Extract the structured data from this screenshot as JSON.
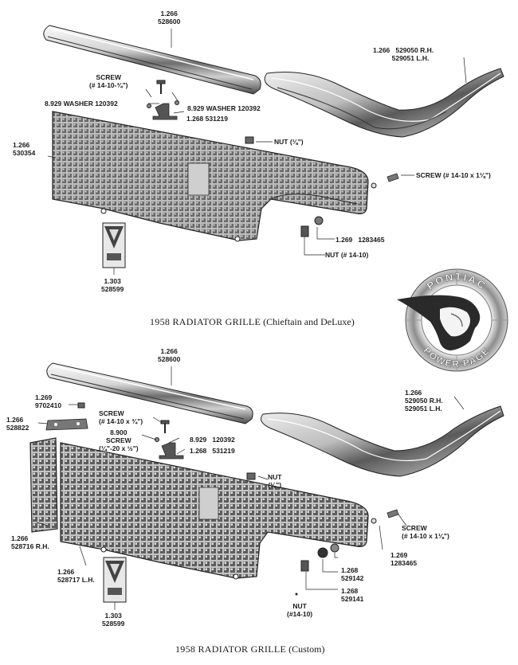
{
  "diagram1": {
    "caption_main": "1958 RADIATOR GRILLE",
    "caption_sub": "(Chieftain and DeLuxe)",
    "labels": {
      "top_molding": "1.266\n528600",
      "corner_molding": "1.266   529050 R.H.\n          529051 L.H.",
      "screw_top": "SCREW\n(# 14-10-¾\")",
      "washer_left": "8.929 WASHER 120392",
      "washer_right": "8.929 WASHER 120392",
      "bracket": "1.268 531219",
      "grille": "1.266\n530354",
      "nut_top": "NUT (⅛\")",
      "screw_side": "SCREW (# 14-10 x 1⅛\")",
      "nut_retainer": "1.269   1283465",
      "nut_bottom": "NUT (# 14-10)",
      "emblem": "1.303\n528599"
    }
  },
  "diagram2": {
    "caption_main": "1958 RADIATOR GRILLE",
    "caption_sub": "(Custom)",
    "labels": {
      "top_molding": "1.266\n528600",
      "corner_molding": "1.266\n529050 R.H.\n529051 L.H.",
      "clip": "1.269\n9702410",
      "plate": "1.266\n528822",
      "screw_top": "SCREW\n(# 14-10 x ¾\")",
      "screw_small": "8.900\nSCREW\n(¼\"-20 x ½\")",
      "washer": "8.929   120392",
      "bracket": "1.268   531219",
      "nut_top": "NUT\n(⅛\")",
      "screw_side": "SCREW\n(# 14-10 x 1⅛\")",
      "retainer": "1.269\n1283465",
      "grille_rh": "1.266\n528716 R.H.",
      "grille_lh": "1.266\n528717 L.H.",
      "grommet_a": "1.268\n529142",
      "grommet_b": "1.268\n529141",
      "nut_bottom": "NUT\n(#14-10)",
      "emblem": "1.303\n528599"
    }
  },
  "logo": {
    "top_text": "PONTIAC",
    "bottom_text": "POWER PAGE"
  },
  "colors": {
    "ink": "#1a1a1a",
    "chrome_light": "#e9e9e9",
    "chrome_mid": "#9a9a9a",
    "chrome_dark": "#3a3a3a",
    "grille_fill": "#7a7a7a"
  }
}
